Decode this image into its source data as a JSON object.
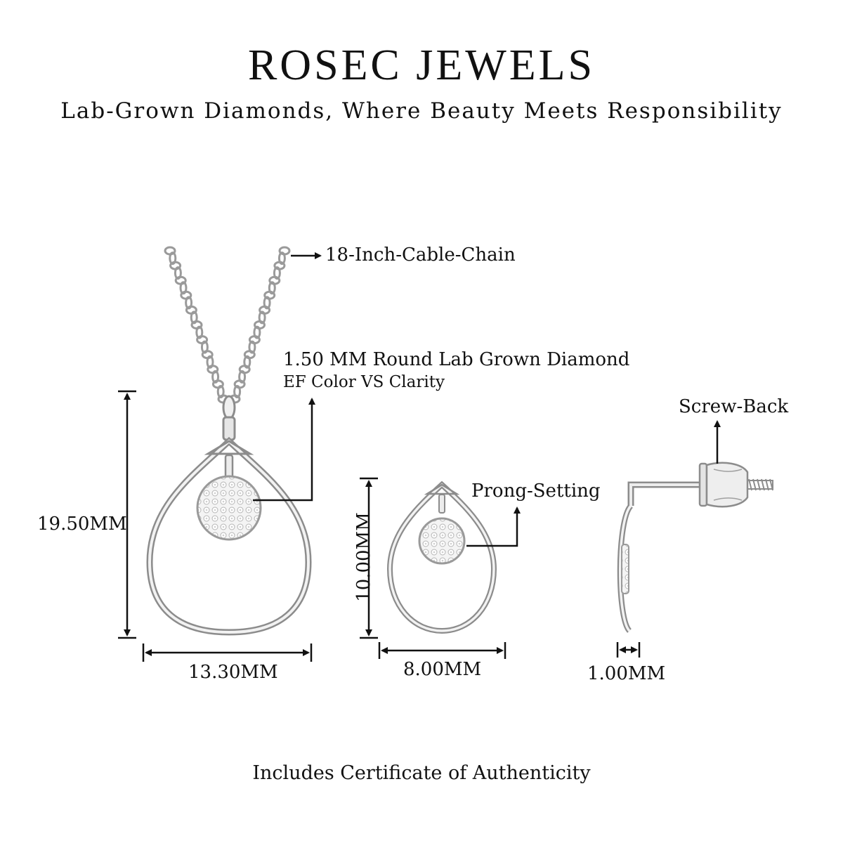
{
  "header": {
    "brand": "ROSEC JEWELS",
    "tagline": "Lab-Grown Diamonds, Where Beauty Meets Responsibility"
  },
  "necklace": {
    "chain_label": "18-Inch-Cable-Chain",
    "stone_label": "1.50 MM Round Lab Grown Diamond",
    "stone_grade": "EF Color VS Clarity",
    "height_label": "19.50MM",
    "width_label": "13.30MM"
  },
  "earring_front": {
    "setting_label": "Prong-Setting",
    "height_label": "10.00MM",
    "width_label": "8.00MM"
  },
  "earring_side": {
    "back_label": "Screw-Back",
    "thickness_label": "1.00MM"
  },
  "footer": {
    "note": "Includes Certificate of Authenticity"
  },
  "colors": {
    "metal": "#8c8c8c",
    "metal_light": "#e8e8e8",
    "ink": "#111111"
  }
}
